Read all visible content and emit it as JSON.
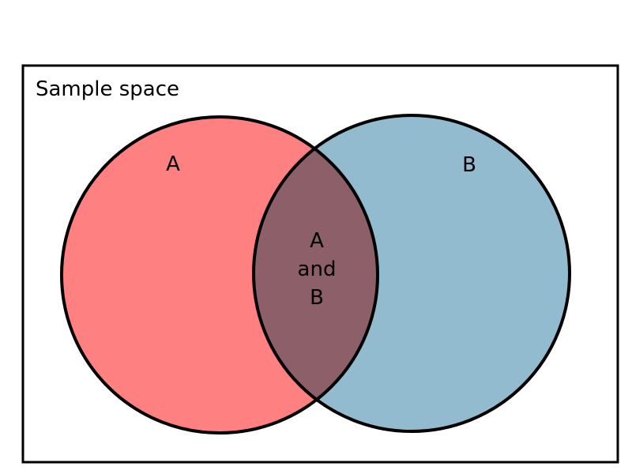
{
  "diagram": {
    "frame_label": "Sample space",
    "set_a": {
      "label": "A",
      "color": "#ff8080"
    },
    "set_b": {
      "label": "B",
      "color": "#93bbd0"
    },
    "intersection": {
      "label_lines": [
        "A",
        "and",
        "B"
      ],
      "color": "#8d5f68"
    },
    "outline_color": "#000000",
    "background_color": "#ffffff"
  }
}
